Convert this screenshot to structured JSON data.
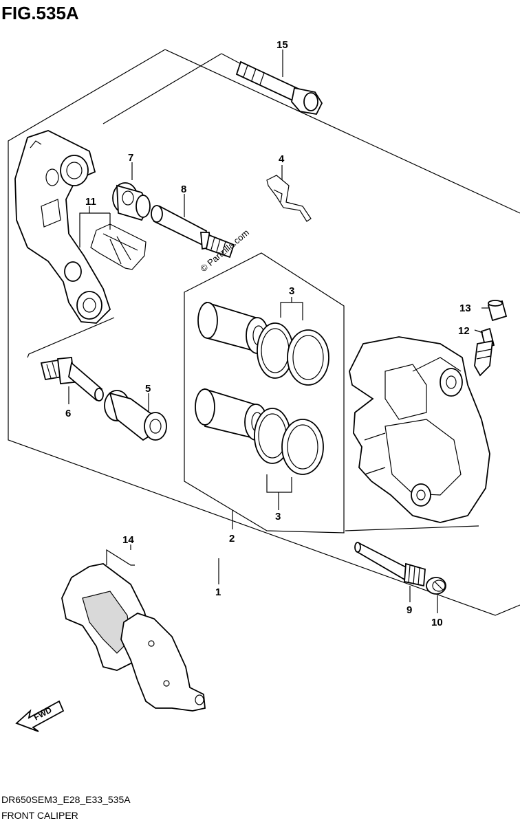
{
  "figure_title": "FIG.535A",
  "footer": {
    "code": "DR650SEM3_E28_E33_535A",
    "name": "FRONT CALIPER"
  },
  "watermark": "© Partzilla.com",
  "fwd_label": "FWD",
  "callouts": {
    "c1": "1",
    "c2": "2",
    "c3a": "3",
    "c3b": "3",
    "c4": "4",
    "c5": "5",
    "c6": "6",
    "c7": "7",
    "c8": "8",
    "c9": "9",
    "c10": "10",
    "c11": "11",
    "c12": "12",
    "c13": "13",
    "c14": "14",
    "c15": "15"
  }
}
